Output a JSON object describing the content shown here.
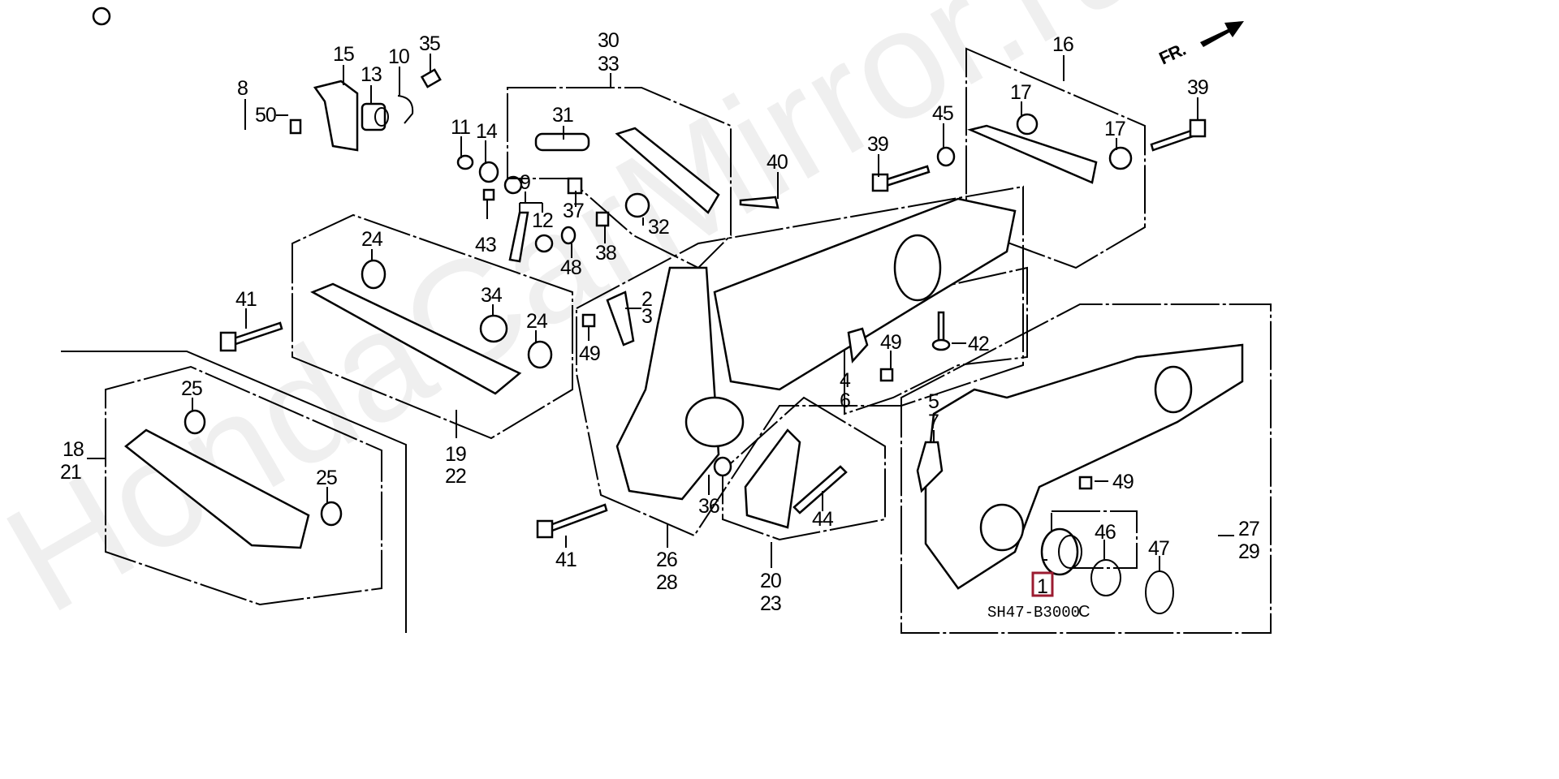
{
  "diagram": {
    "title": "Rear suspension / trailing arm parts diagram",
    "watermark": "HondaCarMirror.ru",
    "code": "SH47-B3000",
    "code_suffix": "C",
    "direction_label": "FR.",
    "highlighted_part": "1",
    "labels": [
      {
        "id": "8",
        "text": "8"
      },
      {
        "id": "15",
        "text": "15"
      },
      {
        "id": "13",
        "text": "13"
      },
      {
        "id": "10",
        "text": "10"
      },
      {
        "id": "35",
        "text": "35"
      },
      {
        "id": "50",
        "text": "50"
      },
      {
        "id": "11",
        "text": "11"
      },
      {
        "id": "14",
        "text": "14"
      },
      {
        "id": "9",
        "text": "9"
      },
      {
        "id": "12",
        "text": "12"
      },
      {
        "id": "43",
        "text": "43"
      },
      {
        "id": "48",
        "text": "48"
      },
      {
        "id": "37",
        "text": "37"
      },
      {
        "id": "38",
        "text": "38"
      },
      {
        "id": "30",
        "text": "30"
      },
      {
        "id": "33",
        "text": "33"
      },
      {
        "id": "31",
        "text": "31"
      },
      {
        "id": "32",
        "text": "32"
      },
      {
        "id": "40",
        "text": "40"
      },
      {
        "id": "39a",
        "text": "39"
      },
      {
        "id": "45",
        "text": "45"
      },
      {
        "id": "16",
        "text": "16"
      },
      {
        "id": "17a",
        "text": "17"
      },
      {
        "id": "17b",
        "text": "17"
      },
      {
        "id": "39b",
        "text": "39"
      },
      {
        "id": "24a",
        "text": "24"
      },
      {
        "id": "34",
        "text": "34"
      },
      {
        "id": "24b",
        "text": "24"
      },
      {
        "id": "41a",
        "text": "41"
      },
      {
        "id": "19",
        "text": "19"
      },
      {
        "id": "22",
        "text": "22"
      },
      {
        "id": "2",
        "text": "2"
      },
      {
        "id": "3",
        "text": "3"
      },
      {
        "id": "49a",
        "text": "49"
      },
      {
        "id": "4",
        "text": "4"
      },
      {
        "id": "6",
        "text": "6"
      },
      {
        "id": "49b",
        "text": "49"
      },
      {
        "id": "42",
        "text": "42"
      },
      {
        "id": "25a",
        "text": "25"
      },
      {
        "id": "25b",
        "text": "25"
      },
      {
        "id": "18",
        "text": "18"
      },
      {
        "id": "21",
        "text": "21"
      },
      {
        "id": "41b",
        "text": "41"
      },
      {
        "id": "26",
        "text": "26"
      },
      {
        "id": "28",
        "text": "28"
      },
      {
        "id": "36",
        "text": "36"
      },
      {
        "id": "44",
        "text": "44"
      },
      {
        "id": "20",
        "text": "20"
      },
      {
        "id": "23",
        "text": "23"
      },
      {
        "id": "5",
        "text": "5"
      },
      {
        "id": "7",
        "text": "7"
      },
      {
        "id": "49c",
        "text": "49"
      },
      {
        "id": "27",
        "text": "27"
      },
      {
        "id": "29",
        "text": "29"
      },
      {
        "id": "46",
        "text": "46"
      },
      {
        "id": "47",
        "text": "47"
      },
      {
        "id": "1",
        "text": "1"
      }
    ]
  }
}
